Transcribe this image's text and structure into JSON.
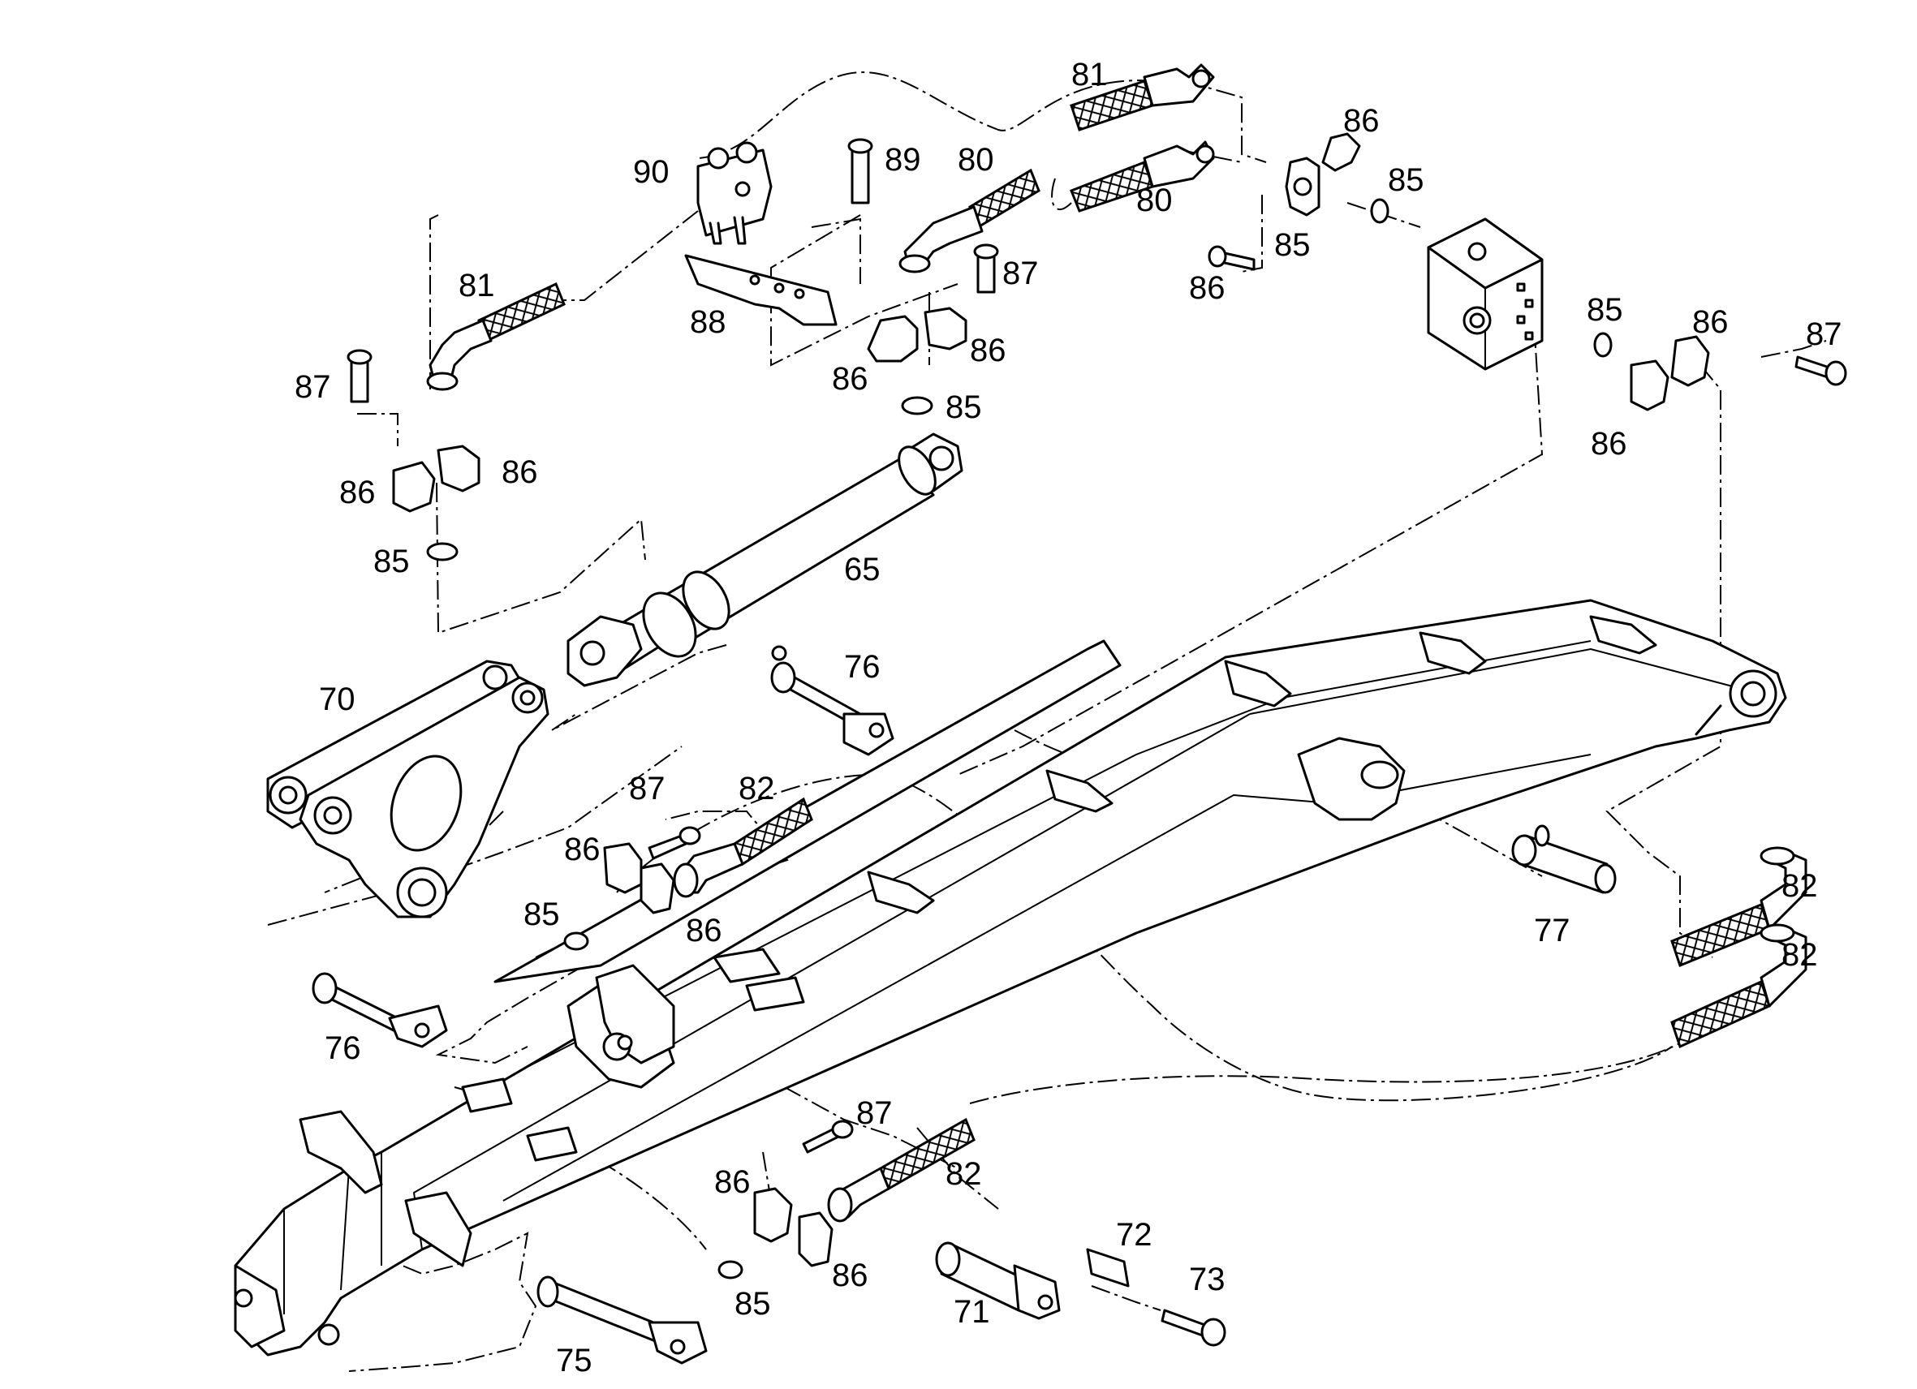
{
  "diagram": {
    "callouts": [
      {
        "id": "c-81a",
        "text": "81"
      },
      {
        "id": "c-90",
        "text": "90"
      },
      {
        "id": "c-89",
        "text": "89"
      },
      {
        "id": "c-80a",
        "text": "80"
      },
      {
        "id": "c-80b",
        "text": "80"
      },
      {
        "id": "c-86a",
        "text": "86"
      },
      {
        "id": "c-85a",
        "text": "85"
      },
      {
        "id": "c-85b",
        "text": "85"
      },
      {
        "id": "c-86b",
        "text": "86"
      },
      {
        "id": "c-81b",
        "text": "81"
      },
      {
        "id": "c-88",
        "text": "88"
      },
      {
        "id": "c-87a",
        "text": "87"
      },
      {
        "id": "c-86c",
        "text": "86"
      },
      {
        "id": "c-86d",
        "text": "86"
      },
      {
        "id": "c-85c",
        "text": "85"
      },
      {
        "id": "c-85d",
        "text": "85"
      },
      {
        "id": "c-86e",
        "text": "86"
      },
      {
        "id": "c-87b",
        "text": "87"
      },
      {
        "id": "c-86f",
        "text": "86"
      },
      {
        "id": "c-87c",
        "text": "87"
      },
      {
        "id": "c-86g",
        "text": "86"
      },
      {
        "id": "c-86h",
        "text": "86"
      },
      {
        "id": "c-85e",
        "text": "85"
      },
      {
        "id": "c-65",
        "text": "65"
      },
      {
        "id": "c-76a",
        "text": "76"
      },
      {
        "id": "c-70",
        "text": "70"
      },
      {
        "id": "c-87d",
        "text": "87"
      },
      {
        "id": "c-82a",
        "text": "82"
      },
      {
        "id": "c-86i",
        "text": "86"
      },
      {
        "id": "c-85f",
        "text": "85"
      },
      {
        "id": "c-86j",
        "text": "86"
      },
      {
        "id": "c-76b",
        "text": "76"
      },
      {
        "id": "c-82b",
        "text": "82"
      },
      {
        "id": "c-82c",
        "text": "82"
      },
      {
        "id": "c-77",
        "text": "77"
      },
      {
        "id": "c-87e",
        "text": "87"
      },
      {
        "id": "c-82d",
        "text": "82"
      },
      {
        "id": "c-86k",
        "text": "86"
      },
      {
        "id": "c-72",
        "text": "72"
      },
      {
        "id": "c-73",
        "text": "73"
      },
      {
        "id": "c-71",
        "text": "71"
      },
      {
        "id": "c-86l",
        "text": "86"
      },
      {
        "id": "c-85g",
        "text": "85"
      },
      {
        "id": "c-75",
        "text": "75"
      }
    ]
  }
}
